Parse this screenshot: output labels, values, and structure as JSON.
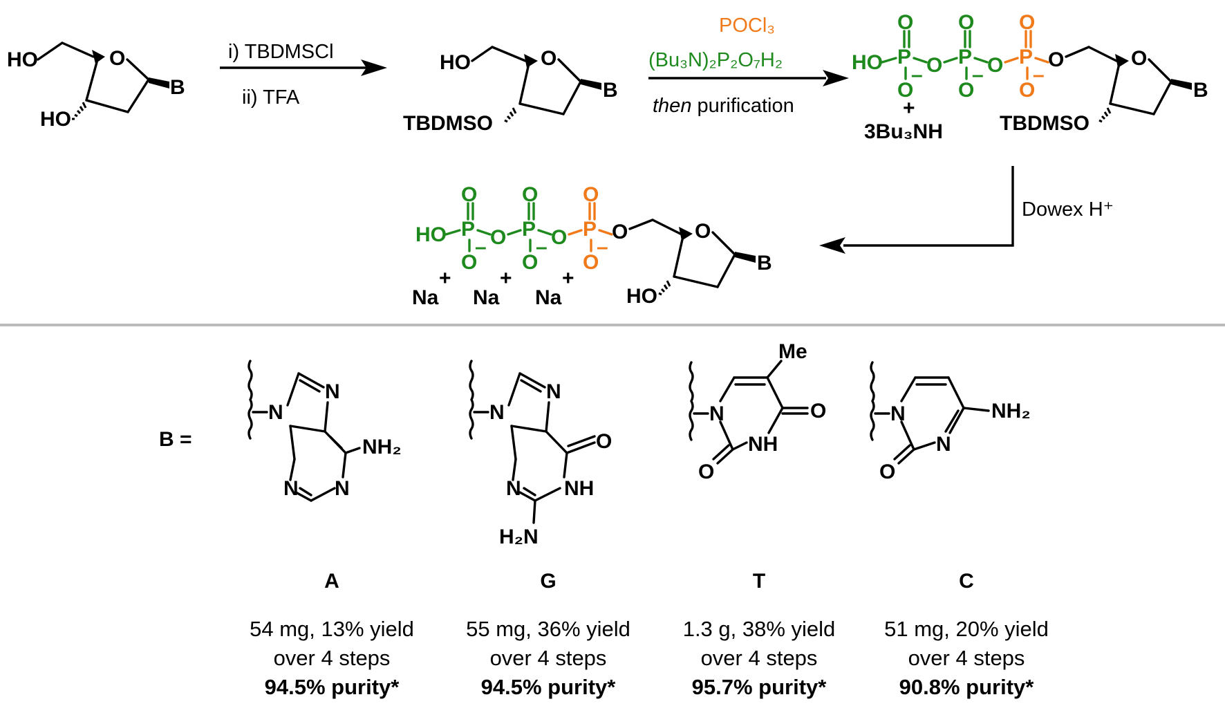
{
  "colors": {
    "green": "#1e8a1e",
    "orange": "#f07a1a",
    "divider": "#bbbbbb"
  },
  "reagents": {
    "step1_line1": "i) TBDMSCl",
    "step1_line2": "ii) TFA",
    "step2_line1": "POCl₃",
    "step2_line2": "(Bu₃N)₂P₂O₇H₂",
    "step2_line3_italic": "then",
    "step2_line3_rest": " purification",
    "step3": "Dowex H⁺"
  },
  "atoms": {
    "HO": "HO",
    "O": "O",
    "B": "B",
    "P": "P",
    "TBDMSO": "TBDMSO",
    "plus": "+",
    "counterion": "3Bu₃NH",
    "Na": "Na",
    "charge": "+",
    "minus": "–",
    "N": "N",
    "NH": "NH",
    "NH2": "NH₂",
    "H2N": "H₂N",
    "Me": "Me"
  },
  "bases_label": "B =",
  "bases": [
    {
      "letter": "A",
      "amount": "54 mg, 13% yield",
      "steps": "over 4 steps",
      "purity": "94.5% purity*"
    },
    {
      "letter": "G",
      "amount": "55 mg, 36% yield",
      "steps": "over 4 steps",
      "purity": "94.5% purity*"
    },
    {
      "letter": "T",
      "amount": "1.3 g, 38% yield",
      "steps": "over 4 steps",
      "purity": "95.7% purity*"
    },
    {
      "letter": "C",
      "amount": "51 mg, 20% yield",
      "steps": "over 4 steps",
      "purity": "90.8% purity*"
    }
  ]
}
